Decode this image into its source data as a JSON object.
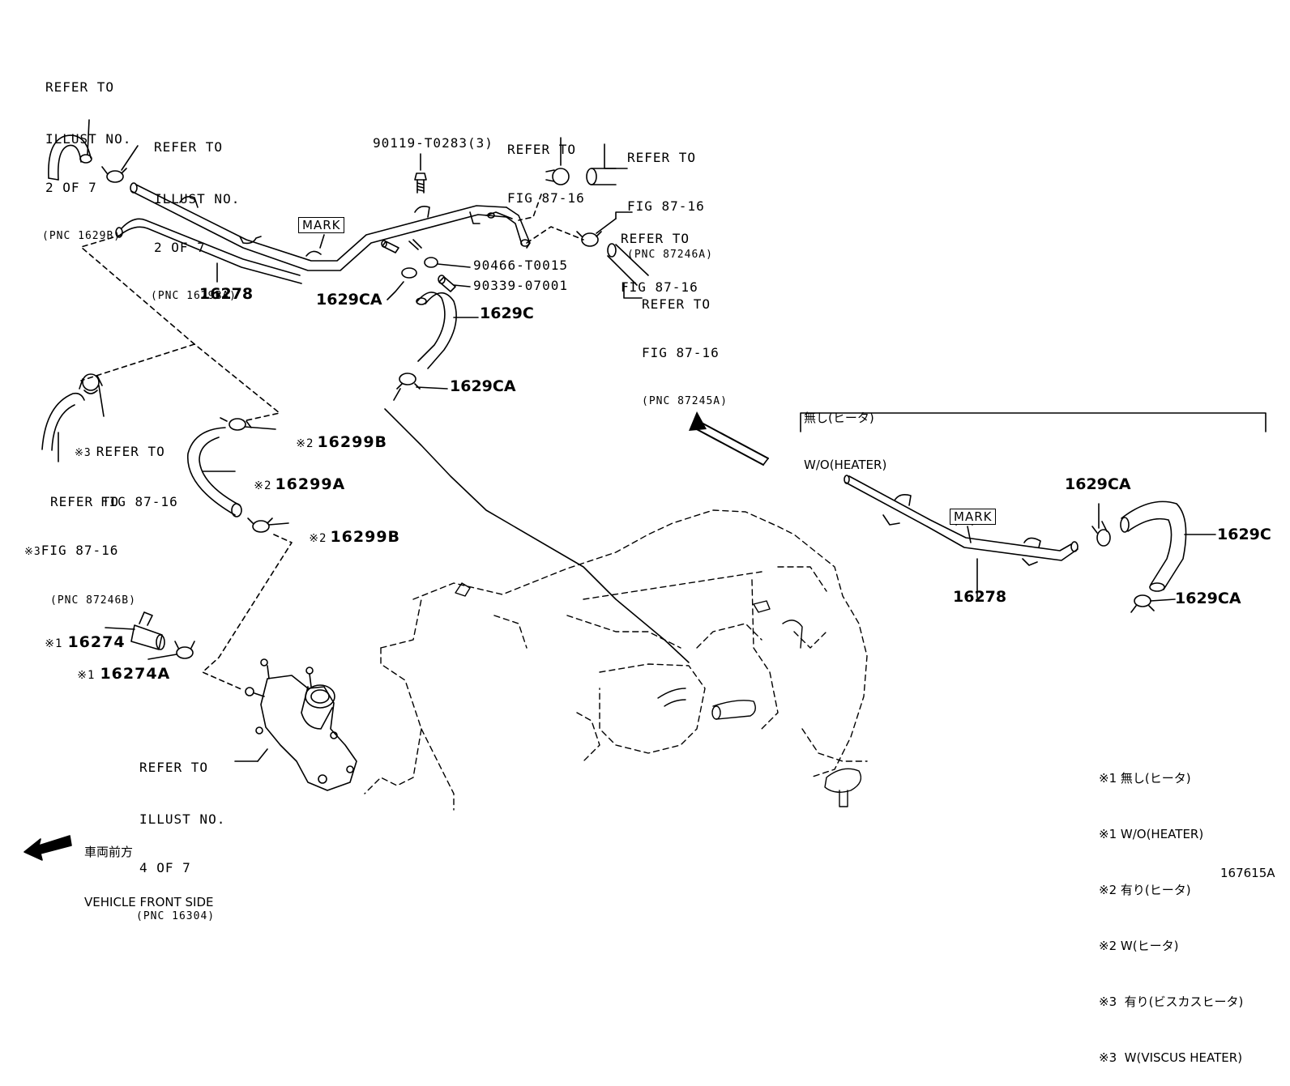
{
  "refs": {
    "illust_2of7_1629b": [
      "REFER TO",
      "ILLUST NO.",
      "2 OF 7",
      "(PNC 1629B)"
    ],
    "illust_2of7_1629ba": [
      "REFER TO",
      "ILLUST NO.",
      "2 OF 7",
      "(PNC 1629BA)"
    ],
    "fig8716_top": [
      "REFER TO",
      "FIG 87-16"
    ],
    "fig8716_87246a": [
      "REFER TO",
      "FIG 87-16",
      "(PNC 87246A)"
    ],
    "fig8716_mid": [
      "REFER TO",
      "FIG 87-16"
    ],
    "fig8716_87245a": [
      "REFER TO",
      "FIG 87-16",
      "(PNC 87245A)"
    ],
    "fig8716_left": [
      "REFER TO",
      "FIG 87-16"
    ],
    "fig8716_87246b": [
      "REFER TO",
      "FIG 87-16",
      "(PNC 87246B)"
    ],
    "illust_4of7": [
      "REFER TO",
      "ILLUST NO.",
      "4 OF 7",
      "(PNC 16304)"
    ]
  },
  "parts": {
    "p90119": "90119-T0283(3)",
    "p90466": "90466-T0015",
    "p90339": "90339-07001",
    "p16278_main": "16278",
    "p1629ca_1": "1629CA",
    "p1629c_main": "1629C",
    "p1629ca_2": "1629CA",
    "p16299b_1": "16299B",
    "p16299a": "16299A",
    "p16299b_2": "16299B",
    "p16274": "16274",
    "p16274a": "16274A",
    "p16278_alt": "16278",
    "p1629ca_alt1": "1629CA",
    "p1629c_alt": "1629C",
    "p1629ca_alt2": "1629CA"
  },
  "marks": {
    "ref1": "※1",
    "ref2": "※2",
    "ref3": "※3",
    "mark": "MARK"
  },
  "variant": {
    "jp": "無し(ヒータ)",
    "en": "W/O(HEATER)"
  },
  "direction": {
    "jp": "車両前方",
    "en": "VEHICLE FRONT SIDE"
  },
  "legend": [
    "※1 無し(ヒータ)",
    "※1 W/O(HEATER)",
    "※2 有り(ヒータ)",
    "※2 W(ヒータ)",
    "※3  有り(ビスカスヒータ)",
    "※3  W(VISCUS HEATER)"
  ],
  "figure_id": "167615A"
}
